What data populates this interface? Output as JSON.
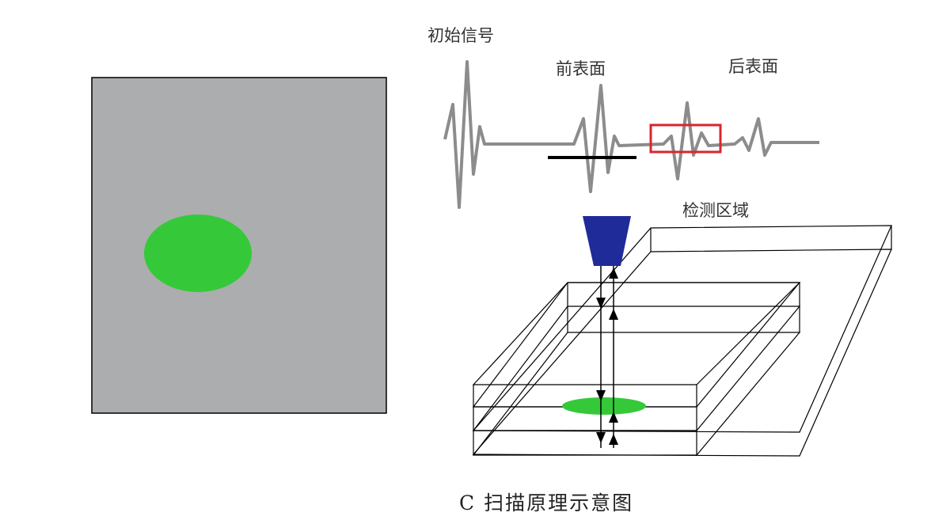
{
  "labels": {
    "initial_signal": "初始信号",
    "front_surface": "前表面",
    "back_surface": "后表面",
    "detection_area": "检测区域"
  },
  "caption": "C 扫描原理示意图",
  "colors": {
    "sample_fill": "#acadaf",
    "defect": "#35c93a",
    "probe": "#1f2b99",
    "gate_box": "#d8262b",
    "waveform": "#8c8c8c",
    "gate_line": "#000000",
    "outline": "#000000"
  }
}
